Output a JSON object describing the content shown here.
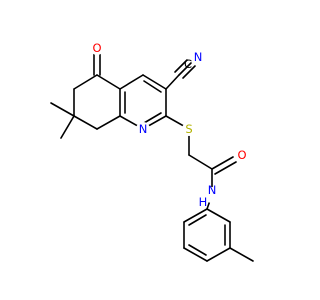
{
  "molecule": {
    "colors": {
      "bond": "#000000",
      "O": "#ff0000",
      "N": "#0000ff",
      "S": "#b2b200",
      "C": "#000000"
    },
    "labels": {
      "nitrile_c": "C",
      "nitrile_n": "N",
      "ketone_o": "O",
      "ring_n": "N",
      "thioether_s": "S",
      "amide_o": "O",
      "amide_nh_n": "N",
      "amide_nh_h": "H"
    }
  }
}
